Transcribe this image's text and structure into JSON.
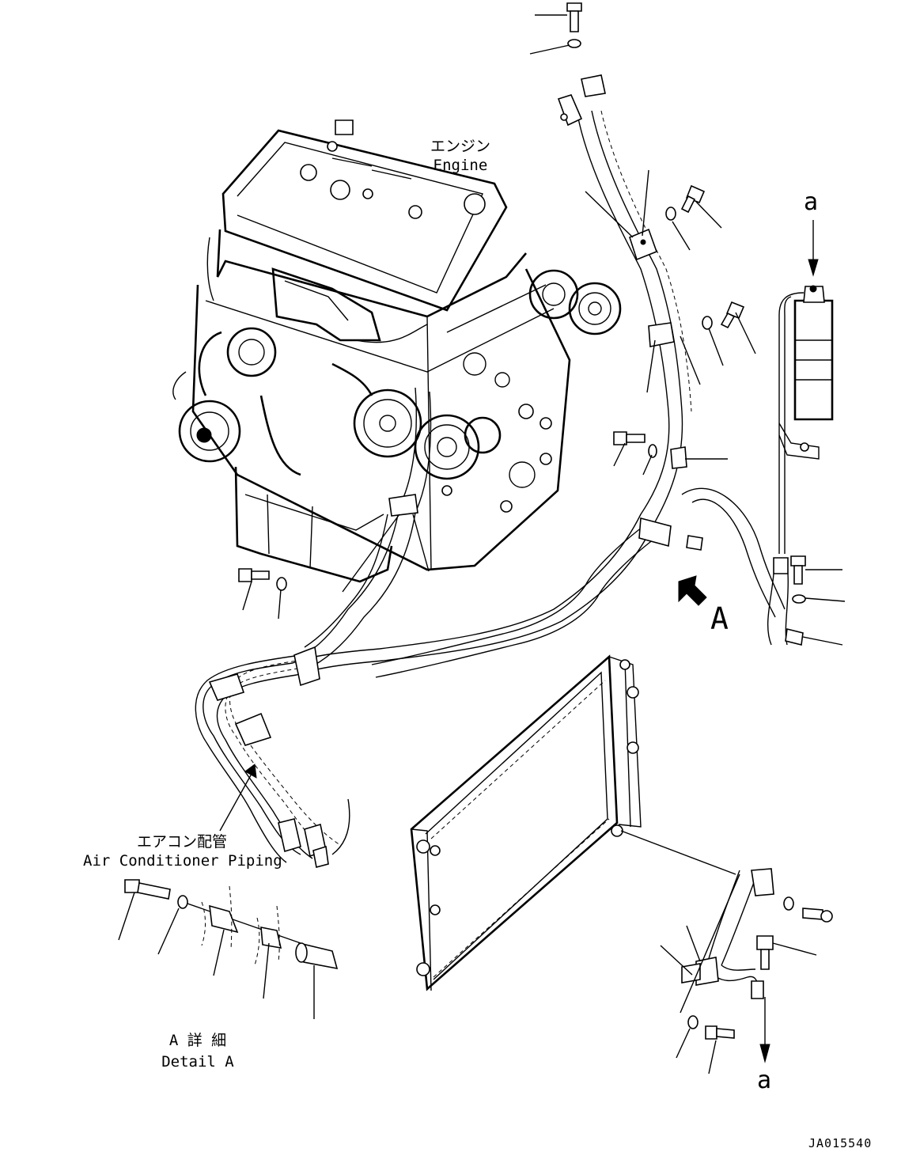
{
  "labels": {
    "engine_jp": "エンジン",
    "engine_en": "Engine",
    "piping_jp": "エアコン配管",
    "piping_en": "Air Conditioner Piping",
    "detail_jp": "A 詳 細",
    "detail_en": "Detail A",
    "view_a": "A",
    "ref_a_top": "a",
    "ref_a_bottom": "a",
    "drawing_code": "JA015540"
  }
}
